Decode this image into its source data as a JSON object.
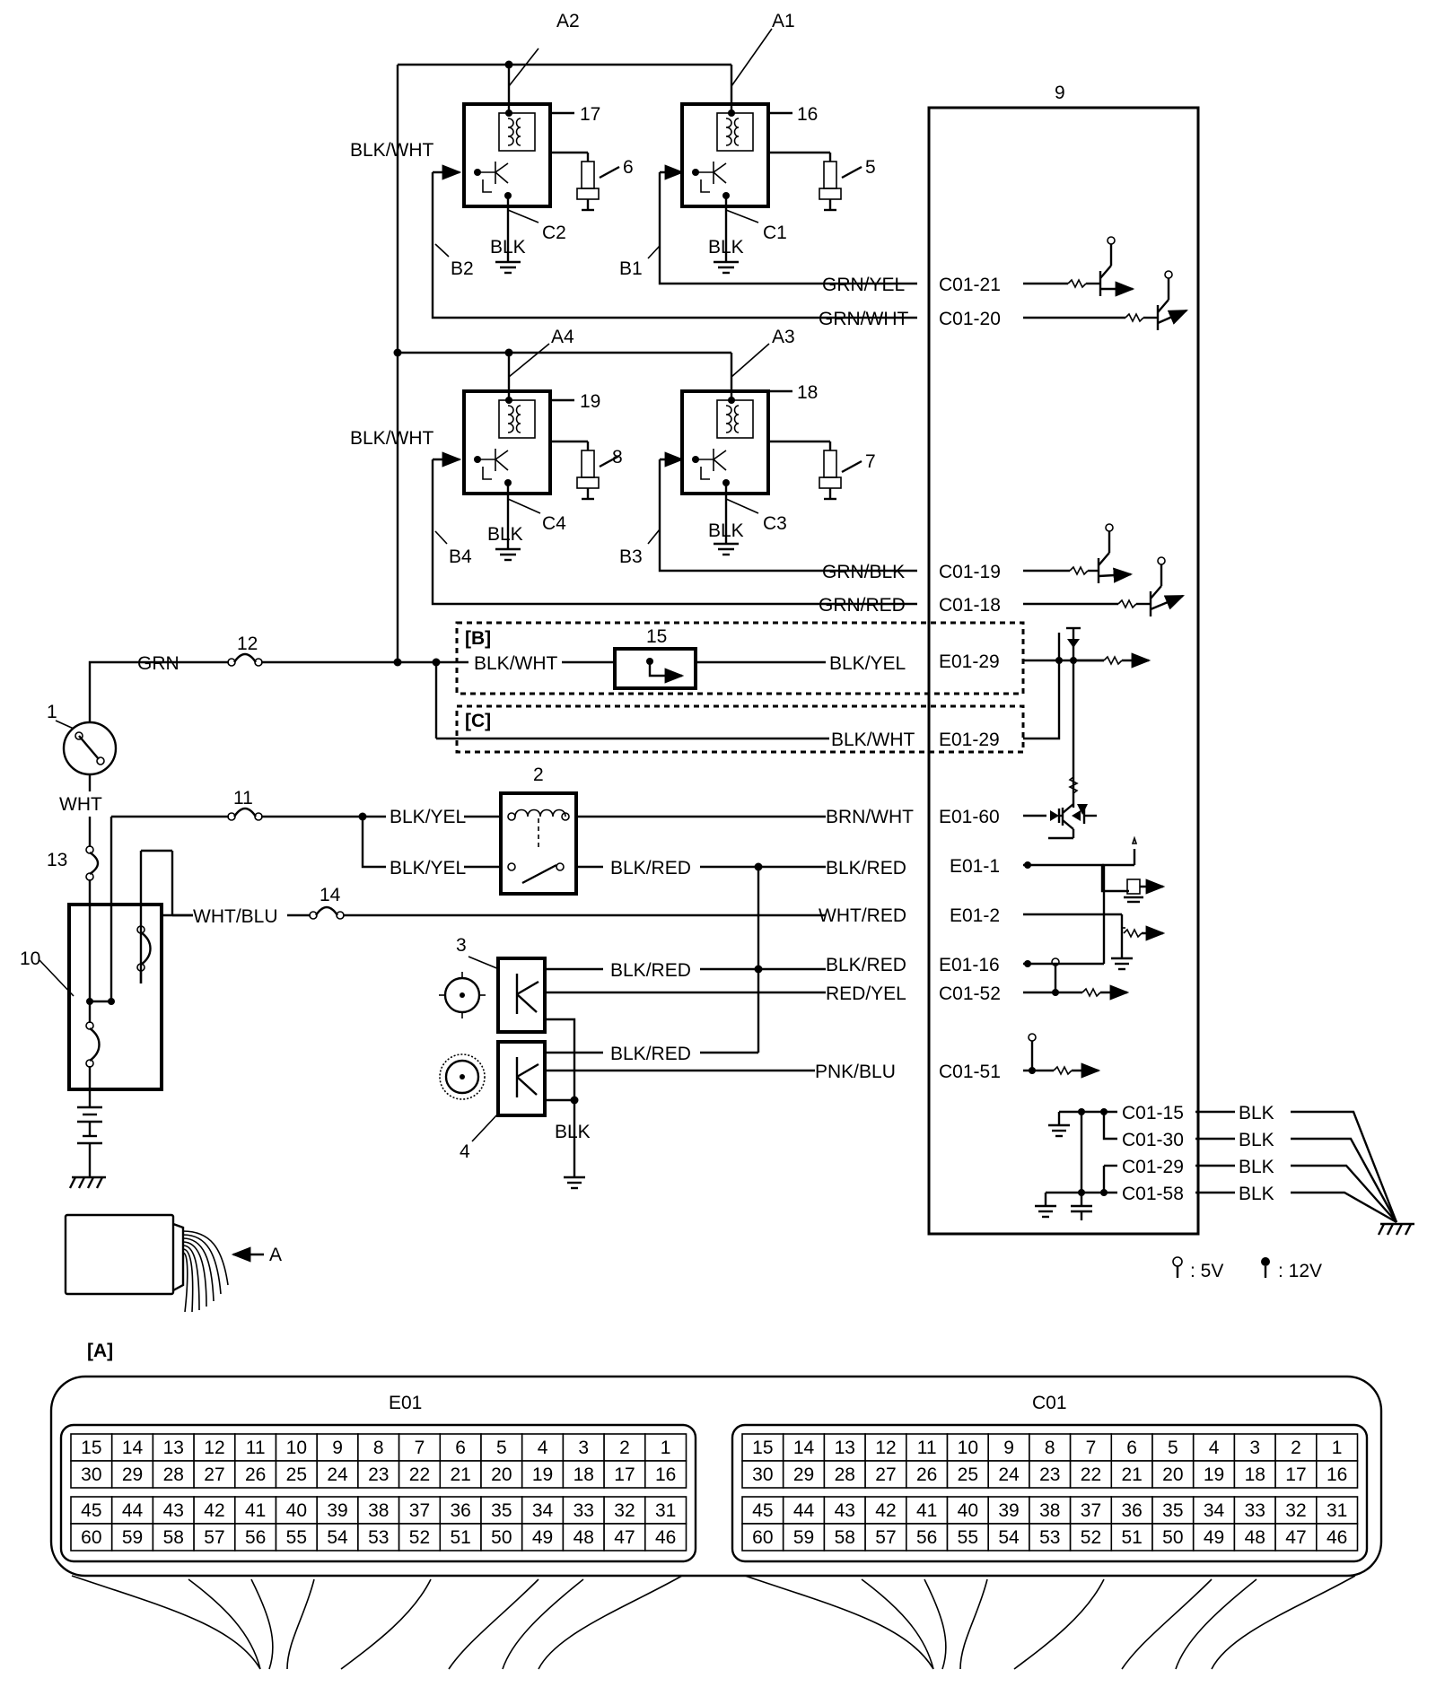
{
  "components": {
    "c1": "1",
    "c2": "2",
    "c3": "3",
    "c4": "4",
    "c5": "5",
    "c6": "6",
    "c7": "7",
    "c8": "8",
    "c9": "9",
    "c10": "10",
    "c11": "11",
    "c12": "12",
    "c13": "13",
    "c14": "14",
    "c15": "15",
    "c16": "16",
    "c17": "17",
    "c18": "18",
    "c19": "19",
    "connector_ref": "A"
  },
  "points": {
    "a1": "A1",
    "a2": "A2",
    "a3": "A3",
    "a4": "A4",
    "b1": "B1",
    "b2": "B2",
    "b3": "B3",
    "b4": "B4",
    "cc1": "C1",
    "cc2": "C2",
    "cc3": "C3",
    "cc4": "C4"
  },
  "wires": {
    "blk_wht": "BLK/WHT",
    "blk": "BLK",
    "grn": "GRN",
    "wht": "WHT",
    "grn_yel": "GRN/YEL",
    "grn_wht": "GRN/WHT",
    "grn_blk": "GRN/BLK",
    "grn_red": "GRN/RED",
    "blk_yel": "BLK/YEL",
    "brn_wht": "BRN/WHT",
    "blk_red": "BLK/RED",
    "wht_blu": "WHT/BLU",
    "wht_red": "WHT/RED",
    "red_yel": "RED/YEL",
    "pnk_blu": "PNK/BLU"
  },
  "terminals": {
    "c01_21": "C01-21",
    "c01_20": "C01-20",
    "c01_19": "C01-19",
    "c01_18": "C01-18",
    "e01_29": "E01-29",
    "e01_60": "E01-60",
    "e01_1": "E01-1",
    "e01_2": "E01-2",
    "e01_16": "E01-16",
    "c01_52": "C01-52",
    "c01_51": "C01-51",
    "c01_15": "C01-15",
    "c01_30": "C01-30",
    "c01_29": "C01-29",
    "c01_58": "C01-58"
  },
  "variants": {
    "b": "[B]",
    "c": "[C]"
  },
  "legend": {
    "v5": ": 5V",
    "v12": ": 12V"
  },
  "connector_panel": {
    "label": "[A]",
    "e01_label": "E01",
    "c01_label": "C01",
    "rows": [
      [
        "15",
        "14",
        "13",
        "12",
        "11",
        "10",
        "9",
        "8",
        "7",
        "6",
        "5",
        "4",
        "3",
        "2",
        "1"
      ],
      [
        "30",
        "29",
        "28",
        "27",
        "26",
        "25",
        "24",
        "23",
        "22",
        "21",
        "20",
        "19",
        "18",
        "17",
        "16"
      ],
      [
        "45",
        "44",
        "43",
        "42",
        "41",
        "40",
        "39",
        "38",
        "37",
        "36",
        "35",
        "34",
        "33",
        "32",
        "31"
      ],
      [
        "60",
        "59",
        "58",
        "57",
        "56",
        "55",
        "54",
        "53",
        "52",
        "51",
        "50",
        "49",
        "48",
        "47",
        "46"
      ]
    ]
  }
}
